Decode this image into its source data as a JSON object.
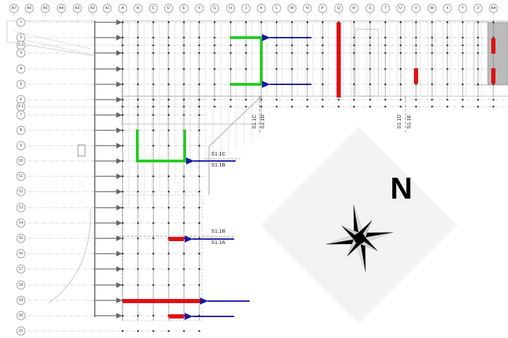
{
  "column_grid": [
    "A7",
    "A6",
    "A5",
    "A4",
    "A3",
    "A2",
    "A1",
    "A",
    "B",
    "C",
    "D",
    "E",
    "F",
    "G",
    "H",
    "J",
    "K",
    "L",
    "M",
    "N",
    "P",
    "Q",
    "R",
    "S",
    "T",
    "U",
    "V",
    "W",
    "X",
    "Y",
    "Z",
    "AA"
  ],
  "row_grid": [
    "1",
    "2",
    "2.3",
    "3",
    "4",
    "5",
    "6",
    "6.1",
    "7",
    "8",
    "9",
    "10",
    "11",
    "12",
    "13",
    "14",
    "15",
    "16",
    "17",
    "18",
    "19",
    "20",
    "21"
  ],
  "section_labels": {
    "s11c_upper": "S1.1C",
    "s11d_upper": "S1.1D",
    "s11d_right": "S1.1D",
    "s11e_right": "S1.1E",
    "s11c_mid": "S1.1C",
    "s11b_mid": "S1.1B",
    "s11b_low": "S1.1B",
    "s11a_low": "S1.1A"
  },
  "compass": {
    "north_label": "N"
  },
  "colors": {
    "green": "#22cc22",
    "red": "#e01010",
    "blue_arrow": "#1a1aa0",
    "grid": "#555555"
  }
}
